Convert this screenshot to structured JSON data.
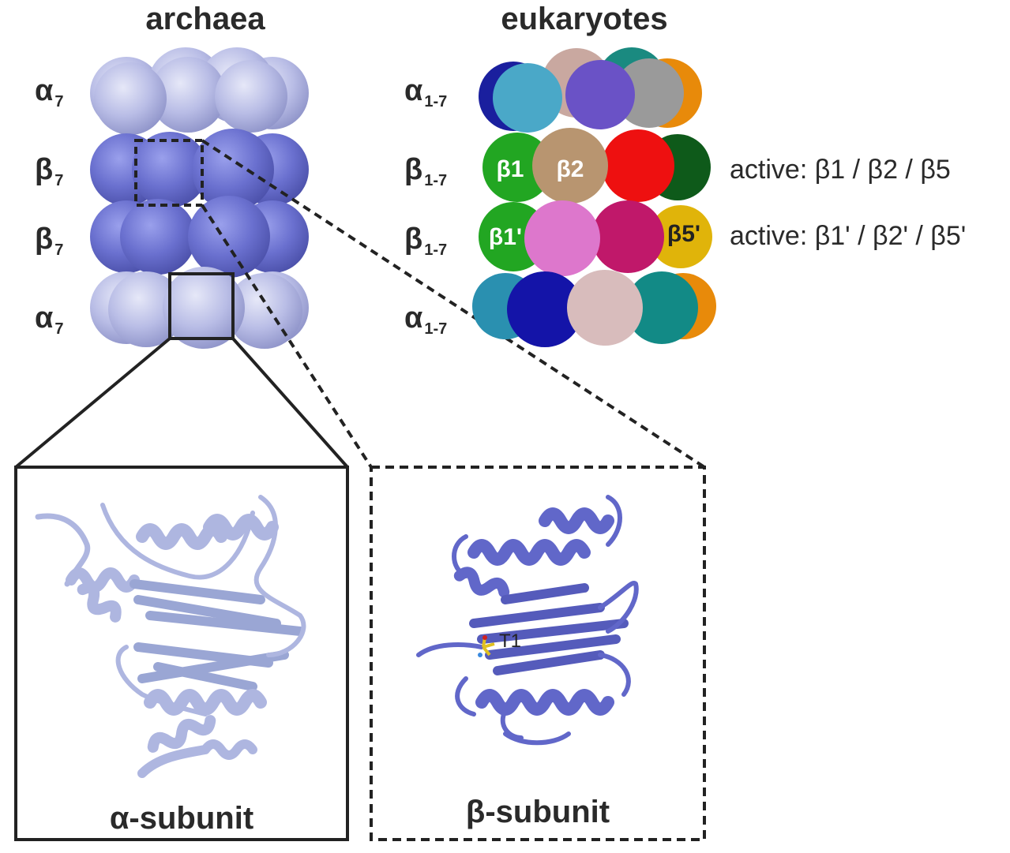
{
  "archaea": {
    "title": "archaea",
    "rings": [
      {
        "greek": "α",
        "sub": "7"
      },
      {
        "greek": "β",
        "sub": "7"
      },
      {
        "greek": "β",
        "sub": "7"
      },
      {
        "greek": "α",
        "sub": "7"
      }
    ]
  },
  "eukaryotes": {
    "title": "eukaryotes",
    "rings": [
      {
        "greek": "α",
        "sub": "1-7"
      },
      {
        "greek": "β",
        "sub": "1-7"
      },
      {
        "greek": "β",
        "sub": "1-7"
      },
      {
        "greek": "α",
        "sub": "1-7"
      }
    ],
    "sphere_labels": {
      "b1": "β1",
      "b2": "β2",
      "b1p": "β1'",
      "b5p": "β5'"
    },
    "active_1": "active: β1 / β2 / β5",
    "active_2": "active: β1' / β2' / β5'"
  },
  "alpha_panel": {
    "label": "α-subunit"
  },
  "beta_panel": {
    "label": "β-subunit",
    "residue": "T1"
  },
  "colors": {
    "alpha_light": "#b9bde6",
    "beta_blue": "#6a70cf",
    "ribbon_alpha": "#aeb6e0",
    "ribbon_beta": "#6167c9"
  }
}
